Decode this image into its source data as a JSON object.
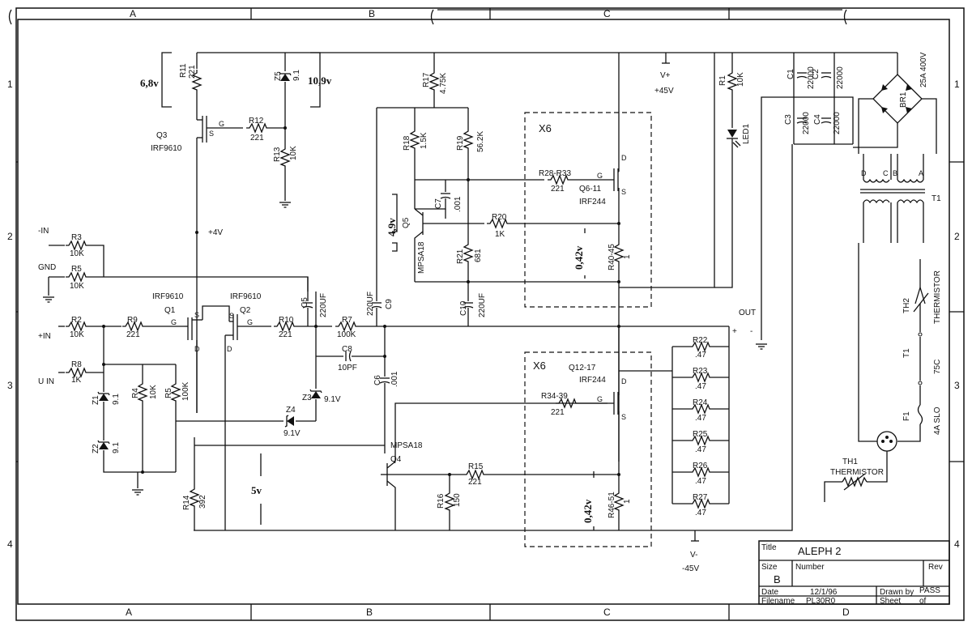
{
  "title_block": {
    "title_label": "Title",
    "title": "ALEPH 2",
    "size_label": "Size",
    "size": "B",
    "number_label": "Number",
    "rev_label": "Rev",
    "date_label": "Date",
    "date": "12/1/96",
    "drawn_by_label": "Drawn by",
    "drawn_by": "PASS",
    "filename_label": "Filename",
    "filename": "PL30R0",
    "sheet_label": "Sheet",
    "of_label": "of"
  },
  "border": {
    "top_zones": [
      "A",
      "B",
      "C"
    ],
    "bottom_zones": [
      "A",
      "B",
      "C",
      "D"
    ],
    "left_rows": [
      "1",
      "2",
      "3",
      "4"
    ],
    "right_rows": [
      "1",
      "2",
      "3",
      "4"
    ]
  },
  "rails": {
    "vplus": "V+",
    "vplus_value": "+45V",
    "vminus": "V-",
    "vminus_value": "-45V",
    "plus4": "+4V"
  },
  "ports": {
    "minus_in": "-IN",
    "gnd": "GND",
    "plus_in": "+IN",
    "u_in": "U IN",
    "out": "OUT",
    "out_plus": "+",
    "out_minus": "-"
  },
  "resistors": {
    "R1": "R1",
    "R1_value": "10K",
    "R2": "R2",
    "R2_value": "10K",
    "R3": "R3",
    "R3_value": "10K",
    "R4": "R4",
    "R4_value": "10K",
    "R5a": "R5",
    "R5a_value": "10K",
    "R5b": "R5",
    "R5b_value": "100K",
    "R7": "R7",
    "R7_value": "100K",
    "R8": "R8",
    "R8_value": "1K",
    "R9": "R9",
    "R9_value": "221",
    "R10": "R10",
    "R10_value": "221",
    "R11": "R11",
    "R11_value": "221",
    "R12": "R12",
    "R12_value": "221",
    "R13": "R13",
    "R13_value": "10K",
    "R14": "R14",
    "R14_value": "392",
    "R15": "R15",
    "R15_value": "221",
    "R16": "R16",
    "R16_value": "150",
    "R17": "R17",
    "R17_value": "4.75K",
    "R18": "R18",
    "R18_value": "1.5K",
    "R19": "R19",
    "R19_value": "56.2K",
    "R20": "R20",
    "R20_value": "1K",
    "R21": "R21",
    "R21_value": "681",
    "R22": "R22",
    "R22_value": ".47",
    "R23": "R23",
    "R23_value": ".47",
    "R24": "R24",
    "R24_value": ".47",
    "R25": "R25",
    "R25_value": ".47",
    "R26": "R26",
    "R26_value": ".47",
    "R27": "R27",
    "R27_value": ".47",
    "R28_33": "R28-R33",
    "R28_33_value": "221",
    "R34_39": "R34-39",
    "R34_39_value": "221",
    "R40_45": "R40-45",
    "R40_45_value": "1",
    "R46_51": "R46-51",
    "R46_51_value": "1"
  },
  "capacitors": {
    "C1": "C1",
    "C1_value": "22000",
    "C2": "C2",
    "C2_value": "22000",
    "C3": "C3",
    "C3_value": "22000",
    "C4": "C4",
    "C4_value": "22000",
    "C5": "C5",
    "C5_value": "220UF",
    "C6": "C6",
    "C6_value": ".001",
    "C7": "C7",
    "C7_value": ".001",
    "C8": "C8",
    "C8_value": "10PF",
    "C9": "C9",
    "C9_value": "220UF",
    "C10": "C10",
    "C10_value": "220UF"
  },
  "semis": {
    "Q1": "Q1",
    "Q1_type": "IRF9610",
    "Q2": "Q2",
    "Q2_type": "IRF9610",
    "Q3": "Q3",
    "Q3_type": "IRF9610",
    "Q4": "Q4",
    "Q4_type": "MPSA18",
    "Q5": "Q5",
    "Q5_type": "MPSA18",
    "Q6_11": "Q6-11",
    "Q6_11_type": "IRF244",
    "Q12_17": "Q12-17",
    "Q12_17_type": "IRF244",
    "Z1": "Z1",
    "Z1_value": "9.1",
    "Z2": "Z2",
    "Z2_value": "9.1",
    "Z3": "Z3",
    "Z3_value": "9.1V",
    "Z4": "Z4",
    "Z4_value": "9.1V",
    "Z5": "Z5",
    "Z5_value": "9.1",
    "LED1": "LED1",
    "BR1": "BR1",
    "BR1_value": "25A 400V",
    "x6_top": "X6",
    "x6_bottom": "X6"
  },
  "pins": {
    "s": "S",
    "g": "G",
    "d": "D"
  },
  "power": {
    "T1": "T1",
    "T1_switch": "T1",
    "T1_switch_value": "75C",
    "TH1": "TH1",
    "TH1_label": "THERMISTOR",
    "TH2": "TH2",
    "TH2_label": "THERMISTOR",
    "F1": "F1",
    "F1_value": "4A SLO",
    "tr_pins_top": [
      "D",
      "C",
      "B",
      "A"
    ]
  },
  "annotations": {
    "v68": "6,8v",
    "v109": "10,9v",
    "v49": "4,9v",
    "v042_top": "0,42v",
    "v042_bottom": "0,42v",
    "v5": "5v"
  }
}
